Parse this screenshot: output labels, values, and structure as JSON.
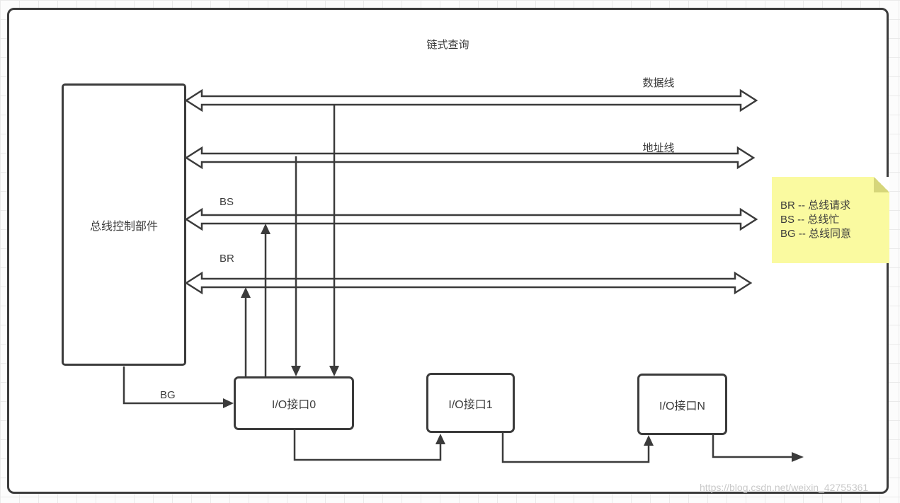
{
  "title": "链式查询",
  "controller": {
    "label": "总线控制部件"
  },
  "buses": [
    {
      "id": "data-bus",
      "label": "数据线"
    },
    {
      "id": "address-bus",
      "label": "地址线"
    },
    {
      "id": "bs-bus",
      "label": "BS"
    },
    {
      "id": "br-bus",
      "label": "BR"
    }
  ],
  "bg_label": "BG",
  "io_interfaces": [
    {
      "label": "I/O接口0"
    },
    {
      "label": "I/O接口1"
    },
    {
      "label": "I/O接口N"
    }
  ],
  "note": {
    "lines": [
      "BR -- 总线请求",
      "BS -- 总线忙",
      "BG -- 总线同意"
    ]
  },
  "watermark": "https://blog.csdn.net/weixin_42755361",
  "colors": {
    "line": "#3b3b3b",
    "note_background": "#fafaa0",
    "note_fold": "#d6d67a",
    "watermark_text": "#c9c9c9"
  }
}
